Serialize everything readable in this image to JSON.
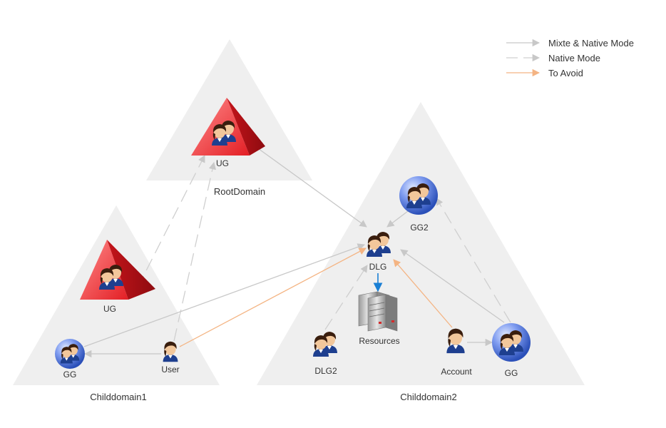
{
  "legend": [
    {
      "label": "Mixte & Native Mode",
      "color": "#c8c8c8",
      "style": "solid"
    },
    {
      "label": "Native Mode",
      "color": "#d0d0d0",
      "style": "dashed"
    },
    {
      "label": "To Avoid",
      "color": "#f4b483",
      "style": "solid"
    }
  ],
  "domains": {
    "root": "RootDomain",
    "child1": "Childdomain1",
    "child2": "Childdomain2"
  },
  "nodes": {
    "root_ug": "UG",
    "c1_ug": "UG",
    "c1_gg": "GG",
    "c1_user": "User",
    "c2_gg2": "GG2",
    "c2_dlg": "DLG",
    "c2_resources": "Resources",
    "c2_dlg2": "DLG2",
    "c2_account": "Account",
    "c2_gg": "GG"
  },
  "colors": {
    "triangle": "#efefef",
    "pyramid": "#e31e24",
    "sphere": "#4a6fd6",
    "arrow_grey": "#c8c8c8",
    "arrow_orange": "#f4b483",
    "arrow_blue": "#1a7fd4"
  },
  "icons": [
    "user-group-icon",
    "user-icon",
    "server-icon",
    "pyramid-icon",
    "sphere-icon"
  ]
}
